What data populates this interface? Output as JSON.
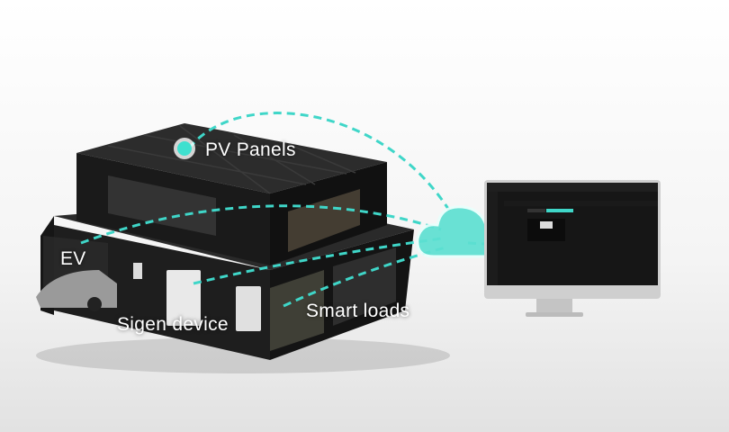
{
  "labels": {
    "pv_panels": "PV Panels",
    "ev": "EV",
    "sigen_device": "Sigen device",
    "smart_loads": "Smart loads"
  },
  "colors": {
    "accent": "#3fd6c8",
    "building": "#1b1b1b",
    "screen": "#161616"
  }
}
